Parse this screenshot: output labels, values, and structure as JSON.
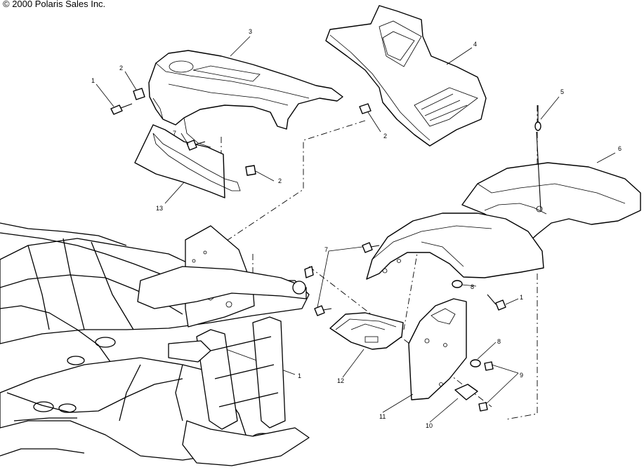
{
  "copyright": "© 2000 Polaris Sales Inc.",
  "parts": [
    {
      "label": "1"
    },
    {
      "label": "2"
    },
    {
      "label": "3"
    },
    {
      "label": "4"
    },
    {
      "label": "2"
    },
    {
      "label": "2"
    },
    {
      "label": "7"
    },
    {
      "label": "13"
    },
    {
      "label": "5"
    },
    {
      "label": "6"
    },
    {
      "label": "7"
    },
    {
      "label": "8"
    },
    {
      "label": "1"
    },
    {
      "label": "8"
    },
    {
      "label": "9"
    },
    {
      "label": "12"
    },
    {
      "label": "1"
    },
    {
      "label": "11"
    },
    {
      "label": "10"
    }
  ]
}
